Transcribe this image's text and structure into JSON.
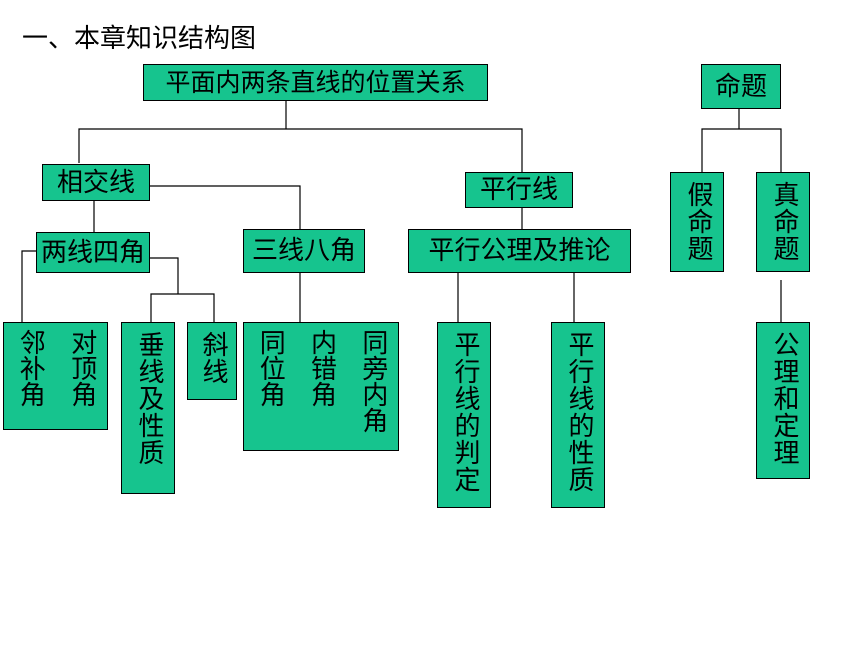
{
  "heading": "一、本章知识结构图",
  "nodes": {
    "root": "平面内两条直线的位置关系",
    "proposition": "命题",
    "intersecting": "相交线",
    "parallel": "平行线",
    "false_prop": "假命题",
    "true_prop": "真命题",
    "two_lines_four_angles": "两线四角",
    "three_lines_eight_angles": "三线八角",
    "parallel_axiom": "平行公理及推论",
    "vertical_angles": "对顶角",
    "adjacent_supp": "邻补角",
    "perpendicular": "垂线及性质",
    "oblique": "斜线",
    "same_side_interior": "同旁内角",
    "alternate_interior": "内错角",
    "corresponding": "同位角",
    "parallel_criteria": "平行线的判定",
    "parallel_properties": "平行线的性质",
    "axioms_theorems": "公理和定理"
  }
}
